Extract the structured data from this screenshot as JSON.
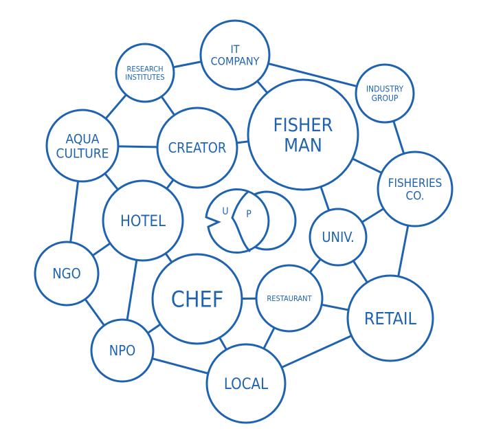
{
  "diagram": {
    "color": "#1f63b0",
    "logo": {
      "letters": [
        "U",
        "P"
      ]
    },
    "nodes": [
      {
        "id": "it",
        "lines": [
          "IT",
          "COMPANY"
        ]
      },
      {
        "id": "research",
        "lines": [
          "RESEARCH",
          "INSTITUTES"
        ]
      },
      {
        "id": "industry",
        "lines": [
          "INDUSTRY",
          "GROUP"
        ]
      },
      {
        "id": "aqua",
        "lines": [
          "AQUA",
          "CULTURE"
        ]
      },
      {
        "id": "creator",
        "lines": [
          "CREATOR"
        ]
      },
      {
        "id": "fisherman",
        "lines": [
          "FISHER",
          "MAN"
        ]
      },
      {
        "id": "fisheries",
        "lines": [
          "FISHERIES",
          "CO."
        ]
      },
      {
        "id": "hotel",
        "lines": [
          "HOTEL"
        ]
      },
      {
        "id": "univ",
        "lines": [
          "UNIV."
        ]
      },
      {
        "id": "ngo",
        "lines": [
          "NGO"
        ]
      },
      {
        "id": "chef",
        "lines": [
          "CHEF"
        ]
      },
      {
        "id": "restaurant",
        "lines": [
          "RESTAURANT"
        ]
      },
      {
        "id": "retail",
        "lines": [
          "RETAIL"
        ]
      },
      {
        "id": "npo",
        "lines": [
          "NPO"
        ]
      },
      {
        "id": "local",
        "lines": [
          "LOCAL"
        ]
      }
    ],
    "edges": [
      [
        "research",
        "it"
      ],
      [
        "it",
        "fisherman"
      ],
      [
        "it",
        "industry"
      ],
      [
        "research",
        "aqua"
      ],
      [
        "research",
        "creator"
      ],
      [
        "industry",
        "fisheries"
      ],
      [
        "aqua",
        "creator"
      ],
      [
        "aqua",
        "hotel"
      ],
      [
        "aqua",
        "ngo"
      ],
      [
        "creator",
        "fisherman"
      ],
      [
        "creator",
        "hotel"
      ],
      [
        "fisherman",
        "fisheries"
      ],
      [
        "fisherman",
        "univ"
      ],
      [
        "fisheries",
        "univ"
      ],
      [
        "fisheries",
        "retail"
      ],
      [
        "hotel",
        "ngo"
      ],
      [
        "hotel",
        "npo"
      ],
      [
        "hotel",
        "chef"
      ],
      [
        "ngo",
        "npo"
      ],
      [
        "npo",
        "chef"
      ],
      [
        "npo",
        "local"
      ],
      [
        "chef",
        "local"
      ],
      [
        "chef",
        "restaurant"
      ],
      [
        "restaurant",
        "univ"
      ],
      [
        "restaurant",
        "retail"
      ],
      [
        "restaurant",
        "local"
      ],
      [
        "univ",
        "retail"
      ],
      [
        "local",
        "retail"
      ]
    ]
  }
}
